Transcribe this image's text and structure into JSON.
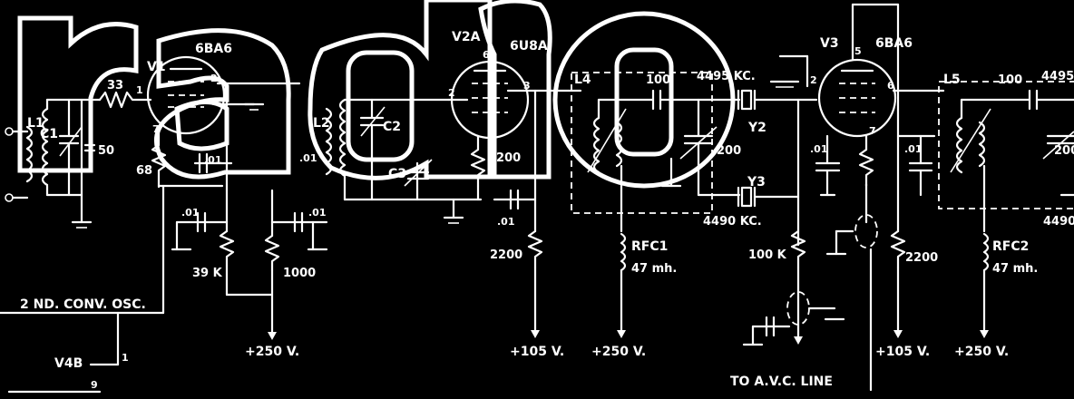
{
  "logo": "radio",
  "labels": {
    "v1": "V1",
    "v1_type": "6BA6",
    "v2a": "V2A",
    "v2a_type": "6U8A",
    "v3": "V3",
    "v3_type": "6BA6",
    "v4b": "V4B",
    "l1": "L1",
    "l2": "L2",
    "l4": "L4",
    "l5": "L5",
    "c1": "C1",
    "c2": "C2",
    "c3": "C3",
    "y2": "Y2",
    "y3": "Y3",
    "rfc1": "RFC1",
    "rfc2": "RFC2",
    "mh47a": "47 mh.",
    "mh47b": "47 mh.",
    "kc4495a": "4495 KC.",
    "kc4495b": "4495",
    "kc4490a": "4490 KC.",
    "kc4490b": "4490",
    "r33": "33",
    "c50": "50",
    "r68": "68",
    "c01a": ".01",
    "c01b": ".01",
    "c01c": ".01",
    "c01d": ".01",
    "c01e": ".01",
    "c01f": ".01",
    "c01g": ".01",
    "r39k": "39 K",
    "r1000": "1000",
    "r1200": "1200",
    "r2200a": "2200",
    "r2200b": "2200",
    "r100k": "100 K",
    "c100a": "100",
    "c100b": "100",
    "c200a": "200",
    "c200b": "200",
    "pin1": "1",
    "pin2": "2",
    "pin6": "6",
    "pin7": "7",
    "pin6b": "6",
    "pin2b": "2",
    "pin3": "3",
    "pin5": "5",
    "pin2c": "2",
    "pin6c": "6",
    "pin7c": "7",
    "pin1v4": "1",
    "pin9v4": "9",
    "conv_osc": "2 ND. CONV. OSC.",
    "v250a": "+250 V.",
    "v105a": "+105 V.",
    "v250b": "+250 V.",
    "v105b": "+105 V.",
    "v250c": "+250 V.",
    "avc": "TO A.V.C. LINE"
  }
}
